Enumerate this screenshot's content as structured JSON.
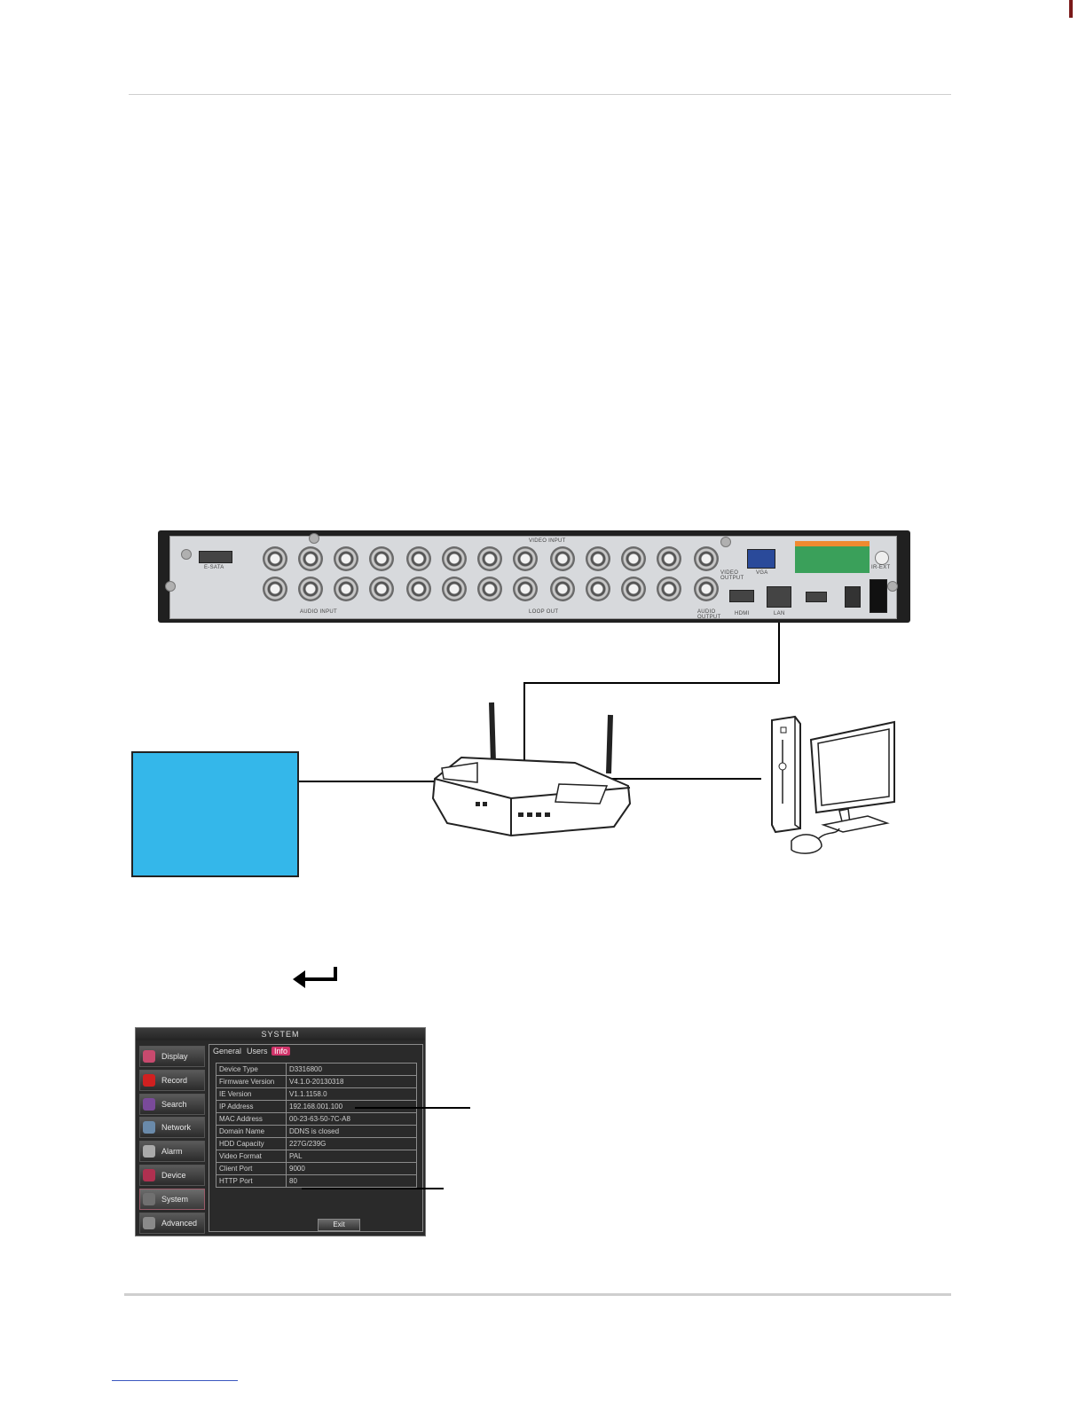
{
  "dvr_panel": {
    "esata_label": "E-SATA",
    "video_input_label": "VIDEO INPUT",
    "audio_input_label": "AUDIO INPUT",
    "loop_out_label": "LOOP OUT",
    "video_output_label": "VIDEO OUTPUT",
    "audio_output_label": "AUDIO OUTPUT",
    "vga_label": "VGA",
    "hdmi_label": "HDMI",
    "lan_label": "LAN",
    "ir_ext_label": "IR-EXT"
  },
  "return_key_symbol": "↵",
  "system_ui": {
    "title": "SYSTEM",
    "menu": [
      {
        "label": "Display",
        "icon": "display-icon",
        "color": "#c84a6e"
      },
      {
        "label": "Record",
        "icon": "record-icon",
        "color": "#d02020"
      },
      {
        "label": "Search",
        "icon": "search-icon",
        "color": "#7a4a9a"
      },
      {
        "label": "Network",
        "icon": "network-icon",
        "color": "#6a8aaa"
      },
      {
        "label": "Alarm",
        "icon": "alarm-icon",
        "color": "#aaaaaa"
      },
      {
        "label": "Device",
        "icon": "device-icon",
        "color": "#b03050"
      },
      {
        "label": "System",
        "icon": "system-icon",
        "color": "#707070"
      },
      {
        "label": "Advanced",
        "icon": "advanced-icon",
        "color": "#8a8a8a"
      }
    ],
    "active_menu": "System",
    "tabs": [
      {
        "label": "General"
      },
      {
        "label": "Users"
      },
      {
        "label": "Info"
      }
    ],
    "active_tab": "Info",
    "info_rows": [
      {
        "key": "Device Type",
        "value": "D3316800"
      },
      {
        "key": "Firmware Version",
        "value": "V4.1.0-20130318"
      },
      {
        "key": "IE Version",
        "value": "V1.1.1158.0"
      },
      {
        "key": "IP Address",
        "value": "192.168.001.100"
      },
      {
        "key": "MAC Address",
        "value": "00-23-63-50-7C-A8"
      },
      {
        "key": "Domain Name",
        "value": "DDNS is closed"
      },
      {
        "key": "HDD Capacity",
        "value": "227G/239G"
      },
      {
        "key": "Video Format",
        "value": "PAL"
      },
      {
        "key": "Client Port",
        "value": "9000"
      },
      {
        "key": "HTTP Port",
        "value": "80"
      }
    ],
    "exit_label": "Exit"
  },
  "colors": {
    "internet_box": "#34b7ea",
    "accent_tab": "#d0346a"
  }
}
